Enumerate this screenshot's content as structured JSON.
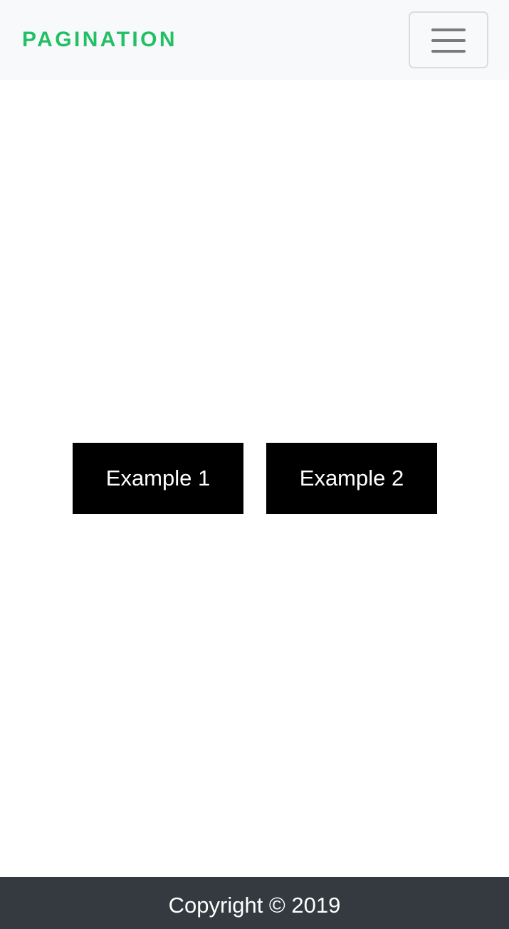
{
  "navbar": {
    "brand": "PAGINATION",
    "brand_color": "#22c064",
    "toggler_icon": "hamburger-menu-icon"
  },
  "main": {
    "buttons": [
      {
        "label": "Example 1"
      },
      {
        "label": "Example 2"
      }
    ]
  },
  "footer": {
    "copyright": "Copyright © 2019",
    "background_color": "#343a40"
  }
}
